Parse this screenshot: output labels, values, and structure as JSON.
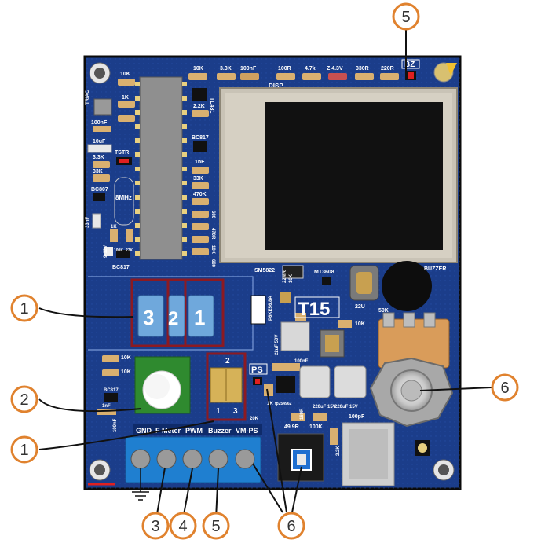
{
  "board": {
    "model": "T15",
    "resistors_top": [
      "10K",
      "3.3K",
      "100nF",
      "100R",
      "4.7k",
      "Z 4.3V",
      "330R",
      "220R",
      "BZ"
    ],
    "left_labels": [
      "10K",
      "TRIAC",
      "1K",
      "100nF",
      "10uF",
      "TSTR",
      "3.3K",
      "33K",
      "BC807",
      "33nF",
      "8MHz",
      "1K",
      "100K",
      "27K",
      "9-12V",
      "BC817"
    ],
    "mid_labels": [
      "TL431",
      "2.2K",
      "BC817",
      "1nF",
      "33K",
      "470K",
      "680",
      "470R",
      "10K",
      "680",
      "DISP"
    ],
    "right_labels": [
      "SM5822",
      "MT3608",
      "22U",
      "BUZZER",
      "22MR",
      "10K",
      "P6KE56.8A",
      "22uF 50V",
      "100nF",
      "50K",
      "10K",
      "220uF 15V",
      "220uF 15V",
      "100pF",
      "20K",
      "1K",
      "fp254962",
      "180R",
      "49.9R",
      "100K",
      "2.2K",
      "PS"
    ],
    "bottom_left_labels": [
      "10K",
      "10K",
      "BC817",
      "1nF",
      "100nF"
    ],
    "switch_labels": [
      "3",
      "2",
      "1"
    ],
    "jumper_labels": [
      "2",
      "1",
      "3"
    ],
    "terminal_labels": [
      "GND",
      "F Meter",
      "PWM",
      "Buzzer",
      "VM-PS"
    ]
  },
  "callouts": [
    {
      "id": "callout-1-top",
      "label": "1"
    },
    {
      "id": "callout-2",
      "label": "2"
    },
    {
      "id": "callout-1-bottom",
      "label": "1"
    },
    {
      "id": "callout-3",
      "label": "3"
    },
    {
      "id": "callout-4",
      "label": "4"
    },
    {
      "id": "callout-5-bottom",
      "label": "5"
    },
    {
      "id": "callout-6-bottom",
      "label": "6"
    },
    {
      "id": "callout-5-top",
      "label": "5"
    },
    {
      "id": "callout-6-right",
      "label": "6"
    }
  ],
  "colors": {
    "pcb": "#1b3d8a",
    "pcb_dark": "#132c66",
    "callout_ring": "#e0822e",
    "switch_box": "#8c1a22",
    "terminal": "#1f7fd0",
    "pot_body": "#d99c5a"
  }
}
